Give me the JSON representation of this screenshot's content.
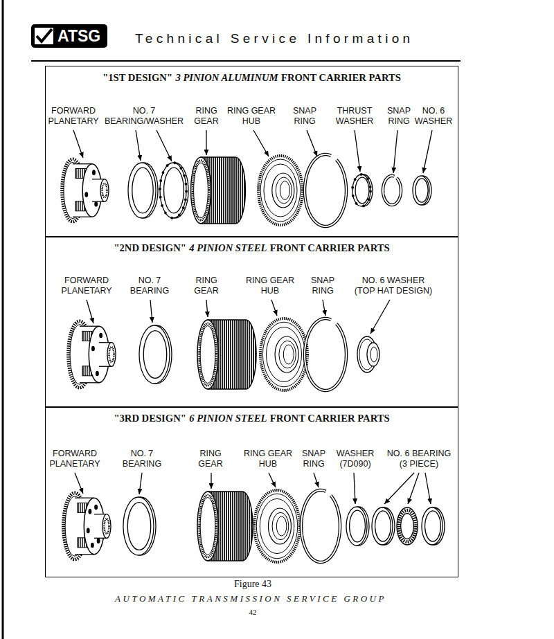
{
  "diagram": {
    "title": "Technical Service Information",
    "caption": "Figure 43",
    "nodes": [
      {
        "text": [
          "\"1ST DESIGN\"",
          "3 PINION ALUMINUM",
          "FRONT CARRIER PARTS"
        ]
      },
      {
        "text": [
          "\"2ND DESIGN\"",
          "4 PINION STEEL",
          "FRONT CARRIER PARTS"
        ]
      },
      {
        "text": [
          "\"3RD DESIGN\"",
          "6 PINION STEEL",
          "FRONT CARRIER PARTS"
        ]
      }
    ],
    "labels": [
      "ATSG",
      "FORWARD PLANETARY",
      "NO. 7 BEARING/WASHER",
      "RING GEAR",
      "RING GEAR HUB",
      "SNAP RING",
      "THRUST WASHER",
      "SNAP RING",
      "NO. 6 WASHER",
      "FORWARD PLANETARY",
      "NO. 7 BEARING",
      "RING GEAR",
      "RING GEAR HUB",
      "SNAP RING",
      "NO. 6 WASHER (TOP HAT DESIGN)",
      "FORWARD PLANETARY",
      "NO. 7 BEARING",
      "RING GEAR",
      "RING GEAR HUB",
      "SNAP RING",
      "WASHER (7D090)",
      "NO. 6 BEARING (3 PIECE)",
      "AUTOMATIC TRANSMISSION SERVICE GROUP",
      "42"
    ]
  }
}
